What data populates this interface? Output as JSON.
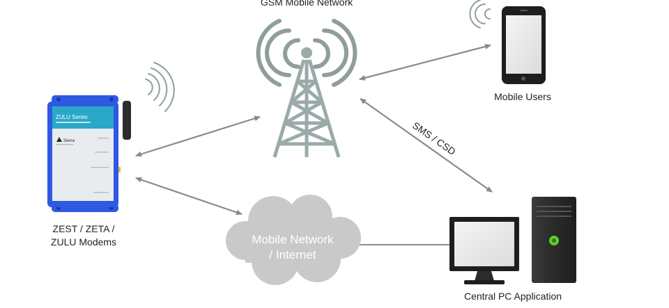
{
  "labels": {
    "network": "GSM Mobile Network",
    "users": "Mobile Users",
    "modems_line1": "ZEST / ZETA /",
    "modems_line2": "ZULU Modems",
    "cloud_line1": "Mobile Network",
    "cloud_line2": "/ Internet",
    "sms": "SMS / CSD",
    "pc": "Central PC Application"
  },
  "modem": {
    "brand": "ZULU Series",
    "maker": "Sierra"
  },
  "colors": {
    "modem_body": "#2f58e3",
    "modem_header": "#2aa8c8",
    "tower": "#9aaaa8",
    "signal": "#8f9e9c",
    "cloud": "#c9c9c9",
    "arrow": "#8a8a8a",
    "screen": "#1e1e1e",
    "pc_case": "#2b2b2b",
    "power_led": "#5fcf2c"
  }
}
